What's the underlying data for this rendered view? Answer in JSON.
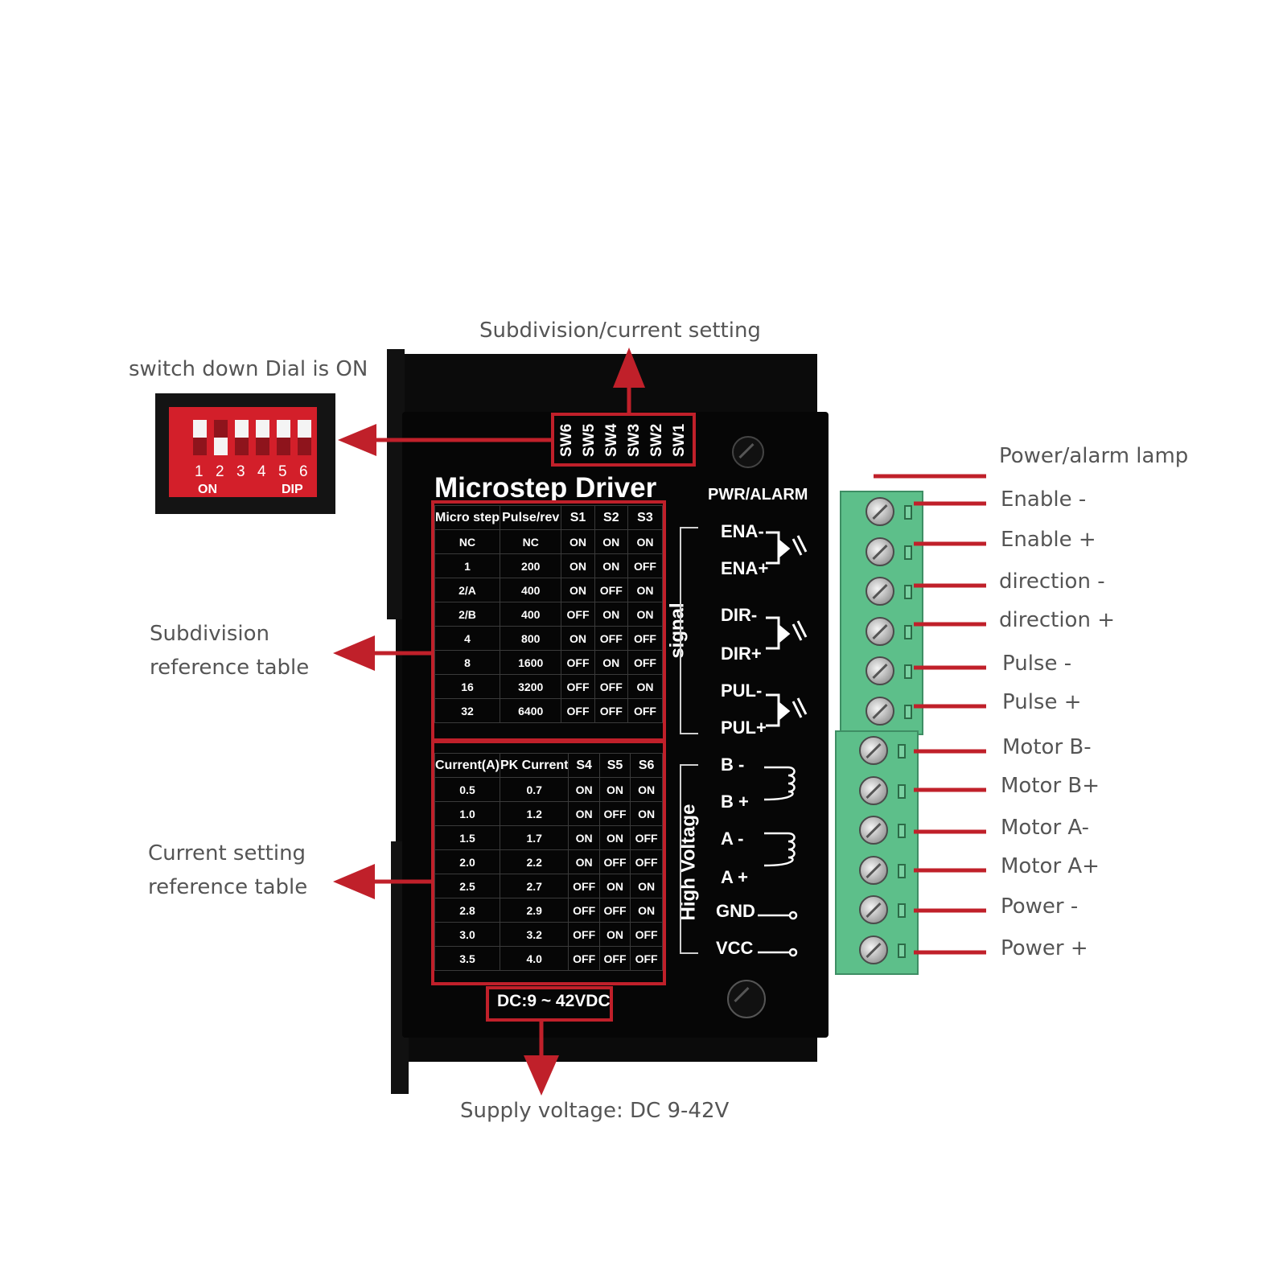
{
  "annotations": {
    "top": "Subdivision/current setting",
    "dip_caption": "switch down Dial is ON",
    "subdivision": [
      "Subdivision",
      "reference table"
    ],
    "current": [
      "Current setting",
      "reference table"
    ],
    "supply": "Supply voltage: DC 9-42V"
  },
  "right_labels": [
    "Power/alarm lamp",
    "Enable -",
    "Enable +",
    "direction -",
    "direction +",
    "Pulse -",
    "Pulse +",
    "Motor B-",
    "Motor B+",
    "Motor A-",
    "Motor A+",
    "Power -",
    "Power +"
  ],
  "driver": {
    "title": "Microstep Driver",
    "pwr_alarm": "PWR/ALARM",
    "switches": [
      "SW6",
      "SW5",
      "SW4",
      "SW3",
      "SW2",
      "SW1"
    ],
    "signal_label": "signal",
    "high_voltage_label": "High Voltage",
    "terminals": [
      "ENA-",
      "ENA+",
      "DIR-",
      "DIR+",
      "PUL-",
      "PUL+",
      "B -",
      "B +",
      "A -",
      "A +",
      "GND",
      "VCC"
    ],
    "dc": "DC:9 ~ 42VDC"
  },
  "microstep_table": {
    "headers": [
      "Micro step",
      "Pulse/rev",
      "S1",
      "S2",
      "S3"
    ],
    "rows": [
      [
        "NC",
        "NC",
        "ON",
        "ON",
        "ON"
      ],
      [
        "1",
        "200",
        "ON",
        "ON",
        "OFF"
      ],
      [
        "2/A",
        "400",
        "ON",
        "OFF",
        "ON"
      ],
      [
        "2/B",
        "400",
        "OFF",
        "ON",
        "ON"
      ],
      [
        "4",
        "800",
        "ON",
        "OFF",
        "OFF"
      ],
      [
        "8",
        "1600",
        "OFF",
        "ON",
        "OFF"
      ],
      [
        "16",
        "3200",
        "OFF",
        "OFF",
        "ON"
      ],
      [
        "32",
        "6400",
        "OFF",
        "OFF",
        "OFF"
      ]
    ]
  },
  "current_table": {
    "headers": [
      "Current(A)",
      "PK Current",
      "S4",
      "S5",
      "S6"
    ],
    "rows": [
      [
        "0.5",
        "0.7",
        "ON",
        "ON",
        "ON"
      ],
      [
        "1.0",
        "1.2",
        "ON",
        "OFF",
        "ON"
      ],
      [
        "1.5",
        "1.7",
        "ON",
        "ON",
        "OFF"
      ],
      [
        "2.0",
        "2.2",
        "ON",
        "OFF",
        "OFF"
      ],
      [
        "2.5",
        "2.7",
        "OFF",
        "ON",
        "ON"
      ],
      [
        "2.8",
        "2.9",
        "OFF",
        "OFF",
        "ON"
      ],
      [
        "3.0",
        "3.2",
        "OFF",
        "ON",
        "OFF"
      ],
      [
        "3.5",
        "4.0",
        "OFF",
        "OFF",
        "OFF"
      ]
    ]
  },
  "dip_switch": {
    "numbers": [
      "1",
      "2",
      "3",
      "4",
      "5",
      "6"
    ],
    "on_label": "ON",
    "dip_label": "DIP",
    "down_switches": [
      2
    ]
  },
  "colors": {
    "accent_red": "#c0202a",
    "body": "#060606",
    "terminal_green": "#5dbf8a",
    "label_gray": "#555555"
  }
}
